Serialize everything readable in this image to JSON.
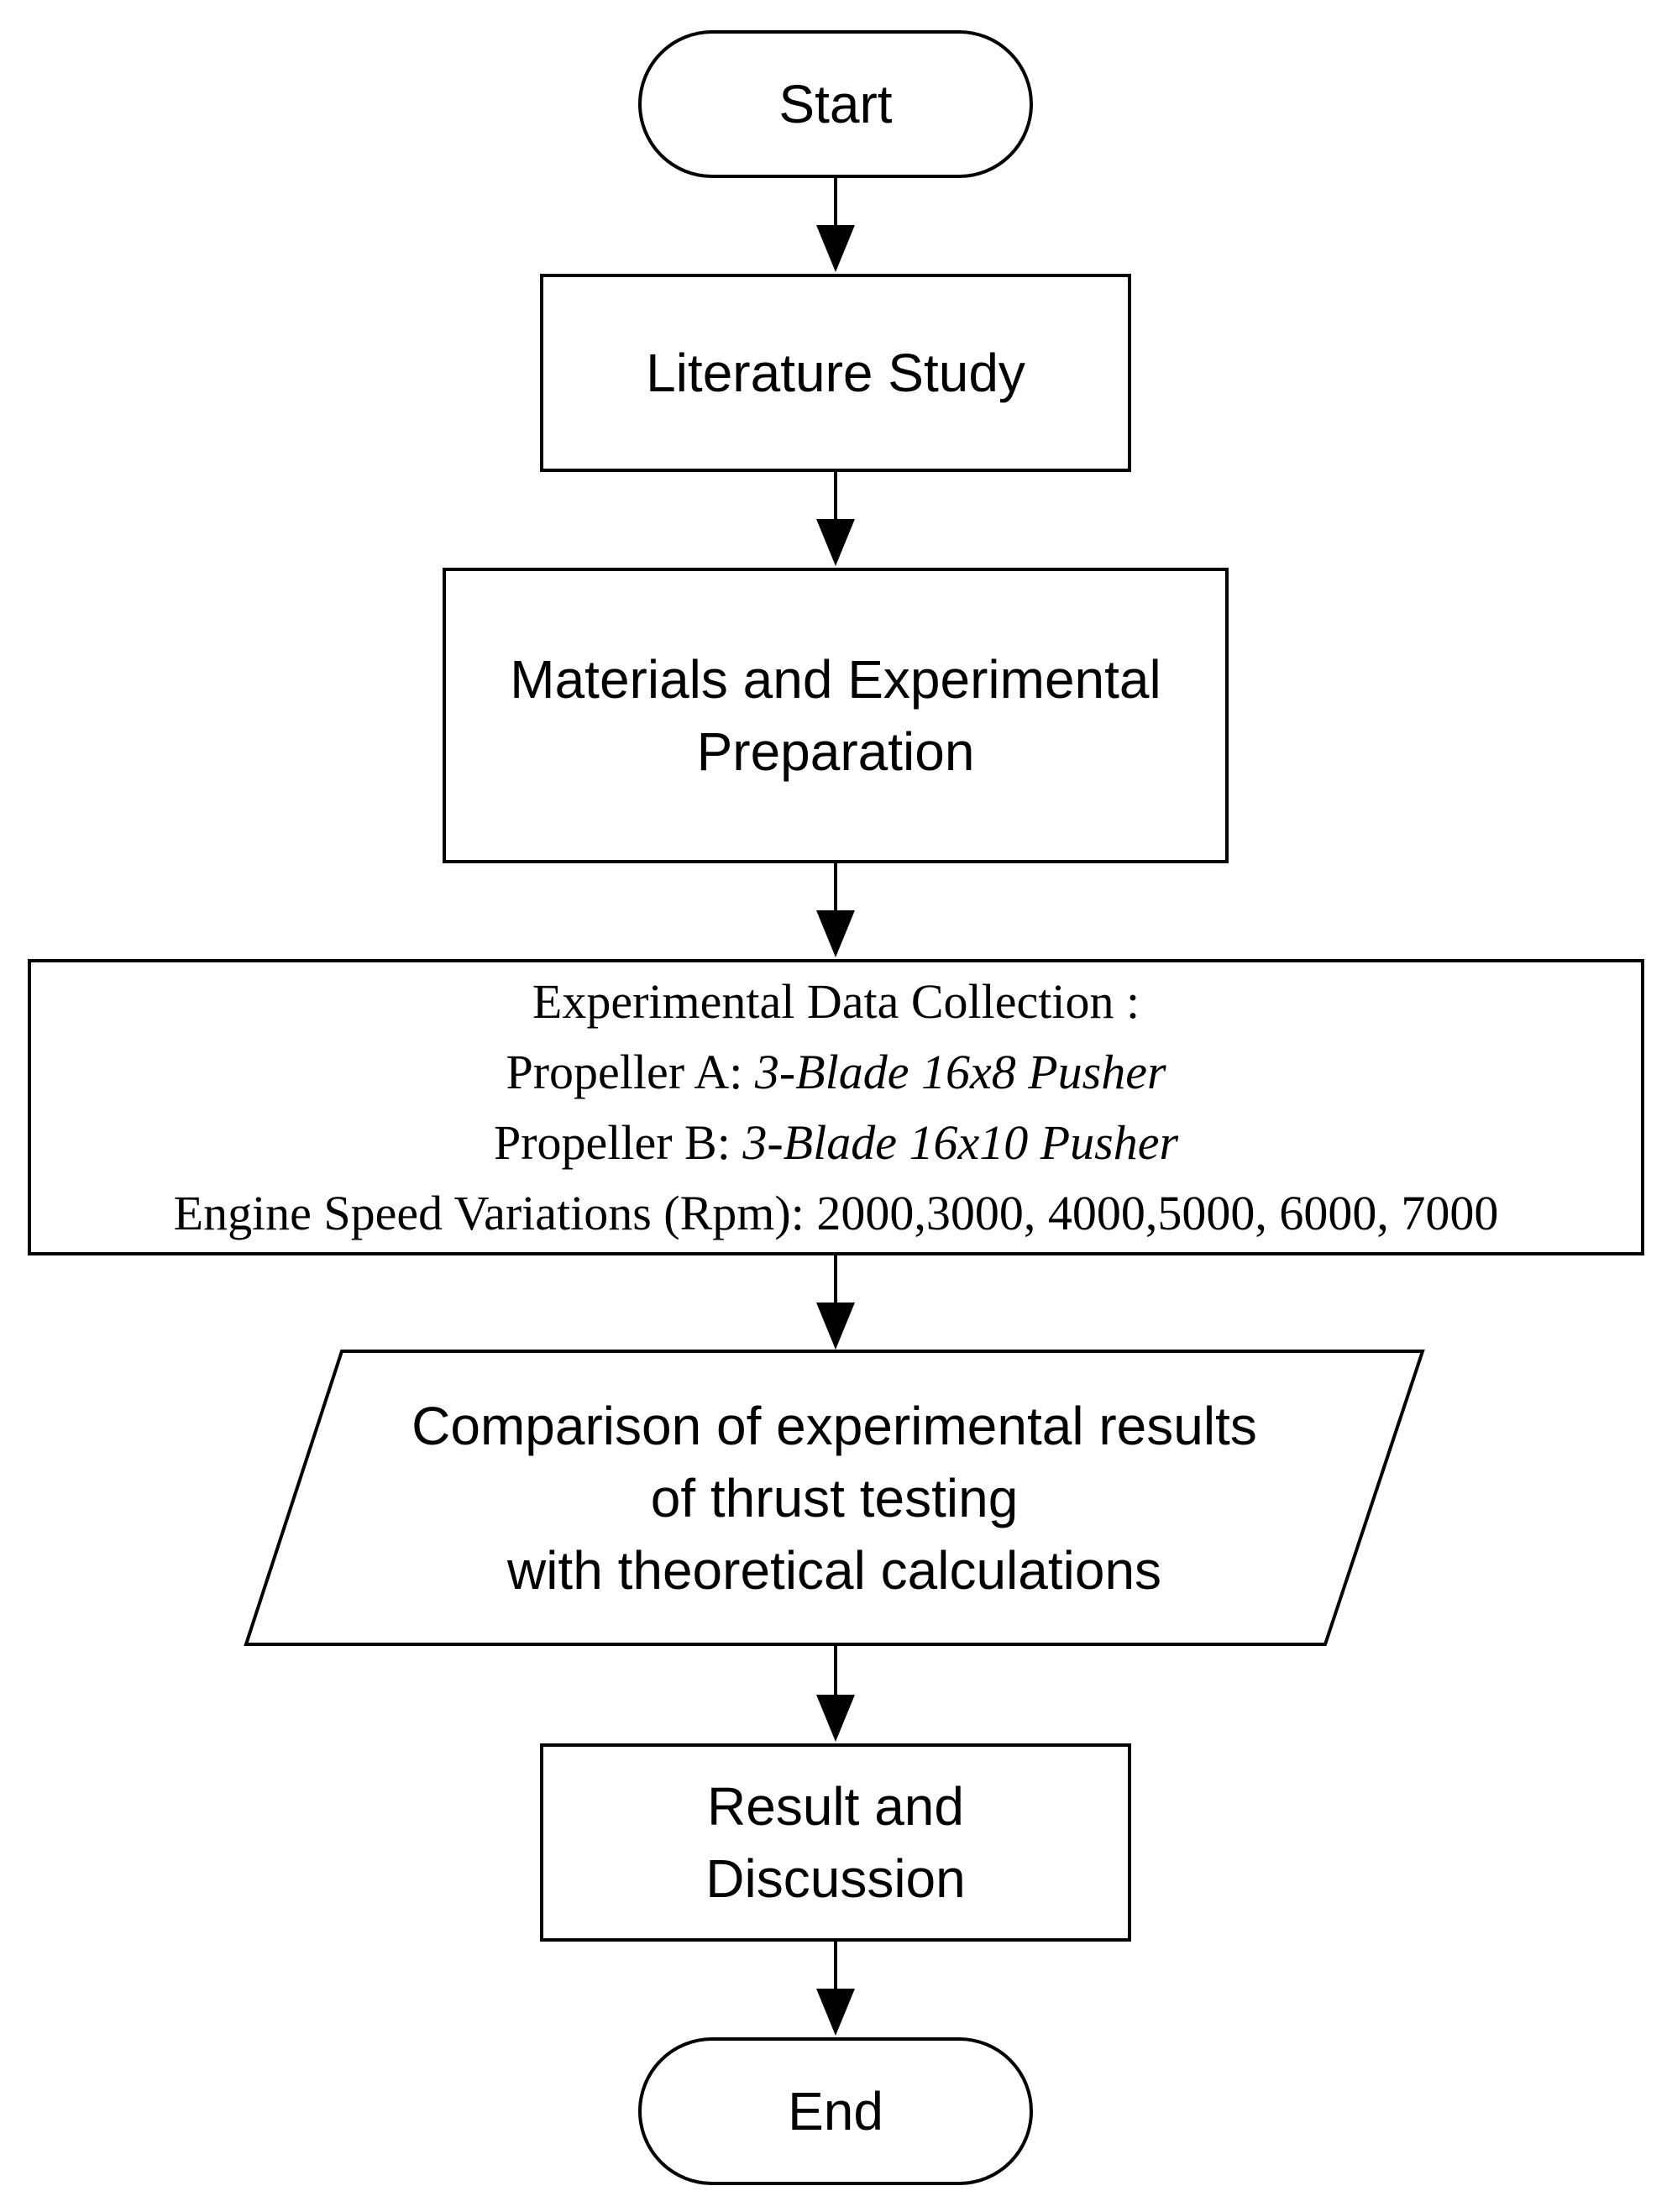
{
  "diagram": {
    "start": {
      "label": "Start"
    },
    "literature": {
      "label": "Literature Study"
    },
    "materials": {
      "lines": [
        "Materials and Experimental",
        "Preparation"
      ]
    },
    "collection": {
      "title": "Experimental Data Collection :",
      "propeller_a": {
        "prefix": "Propeller A: ",
        "value": "3-Blade 16x8 Pusher"
      },
      "propeller_b": {
        "prefix": "Propeller B: ",
        "value": "3-Blade 16x10 Pusher"
      },
      "engine_speed": "Engine Speed Variations (Rpm): 2000,3000, 4000,5000, 6000, 7000"
    },
    "comparison": {
      "lines": [
        "Comparison of experimental results",
        "of thrust testing",
        "with theoretical calculations"
      ]
    },
    "result": {
      "lines": [
        "Result and",
        "Discussion"
      ]
    },
    "end": {
      "label": "End"
    }
  }
}
